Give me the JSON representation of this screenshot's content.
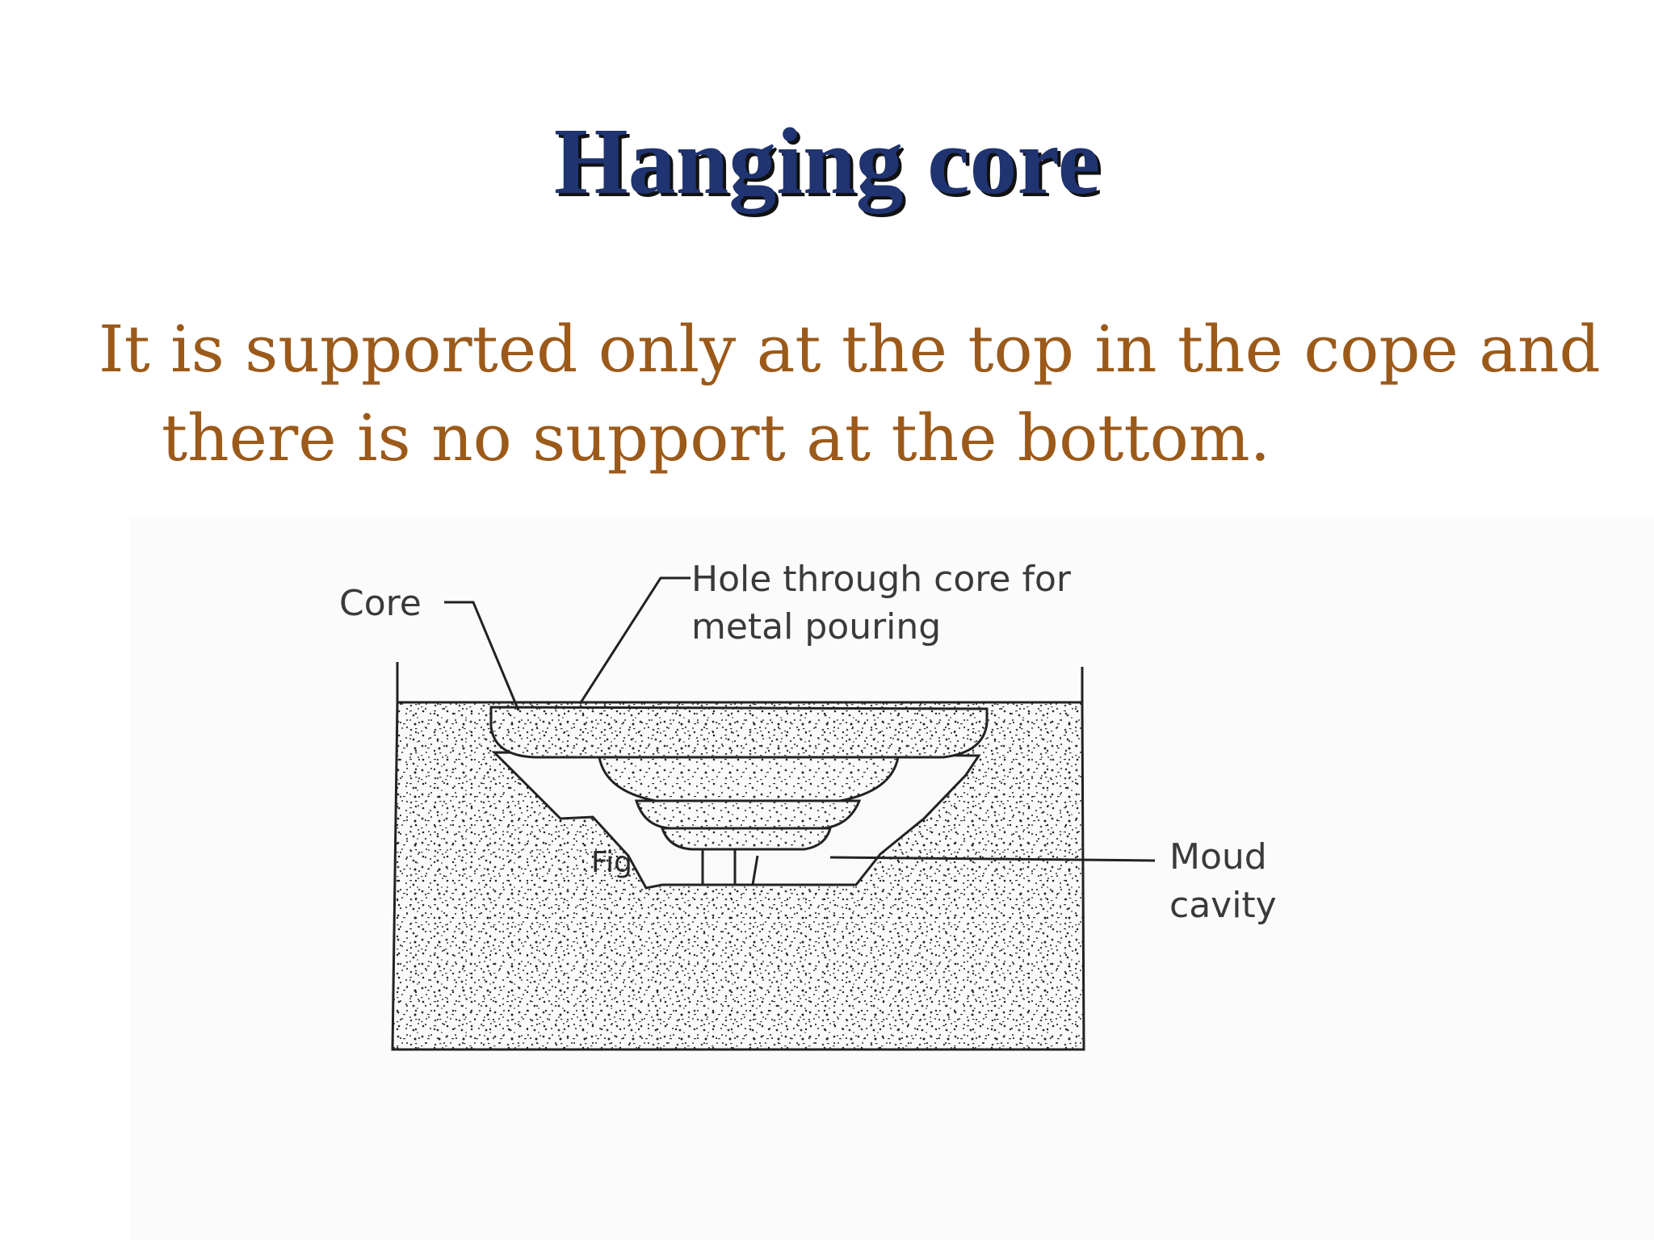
{
  "slide": {
    "title": "Hanging core",
    "body_line1": "It is supported only at the top in the cope and",
    "body_line2": "there is no support at the bottom."
  },
  "diagram": {
    "labels": {
      "core": "Core",
      "hole_line1": "Hole through core for",
      "hole_line2": "metal pouring",
      "fig": "Fig",
      "mould_line1": "Moud",
      "mould_line2": "cavity"
    }
  },
  "colors": {
    "title": "#1f3470",
    "body": "#9b5a1a",
    "line_art": "#222222",
    "label": "#3a3a3a"
  }
}
